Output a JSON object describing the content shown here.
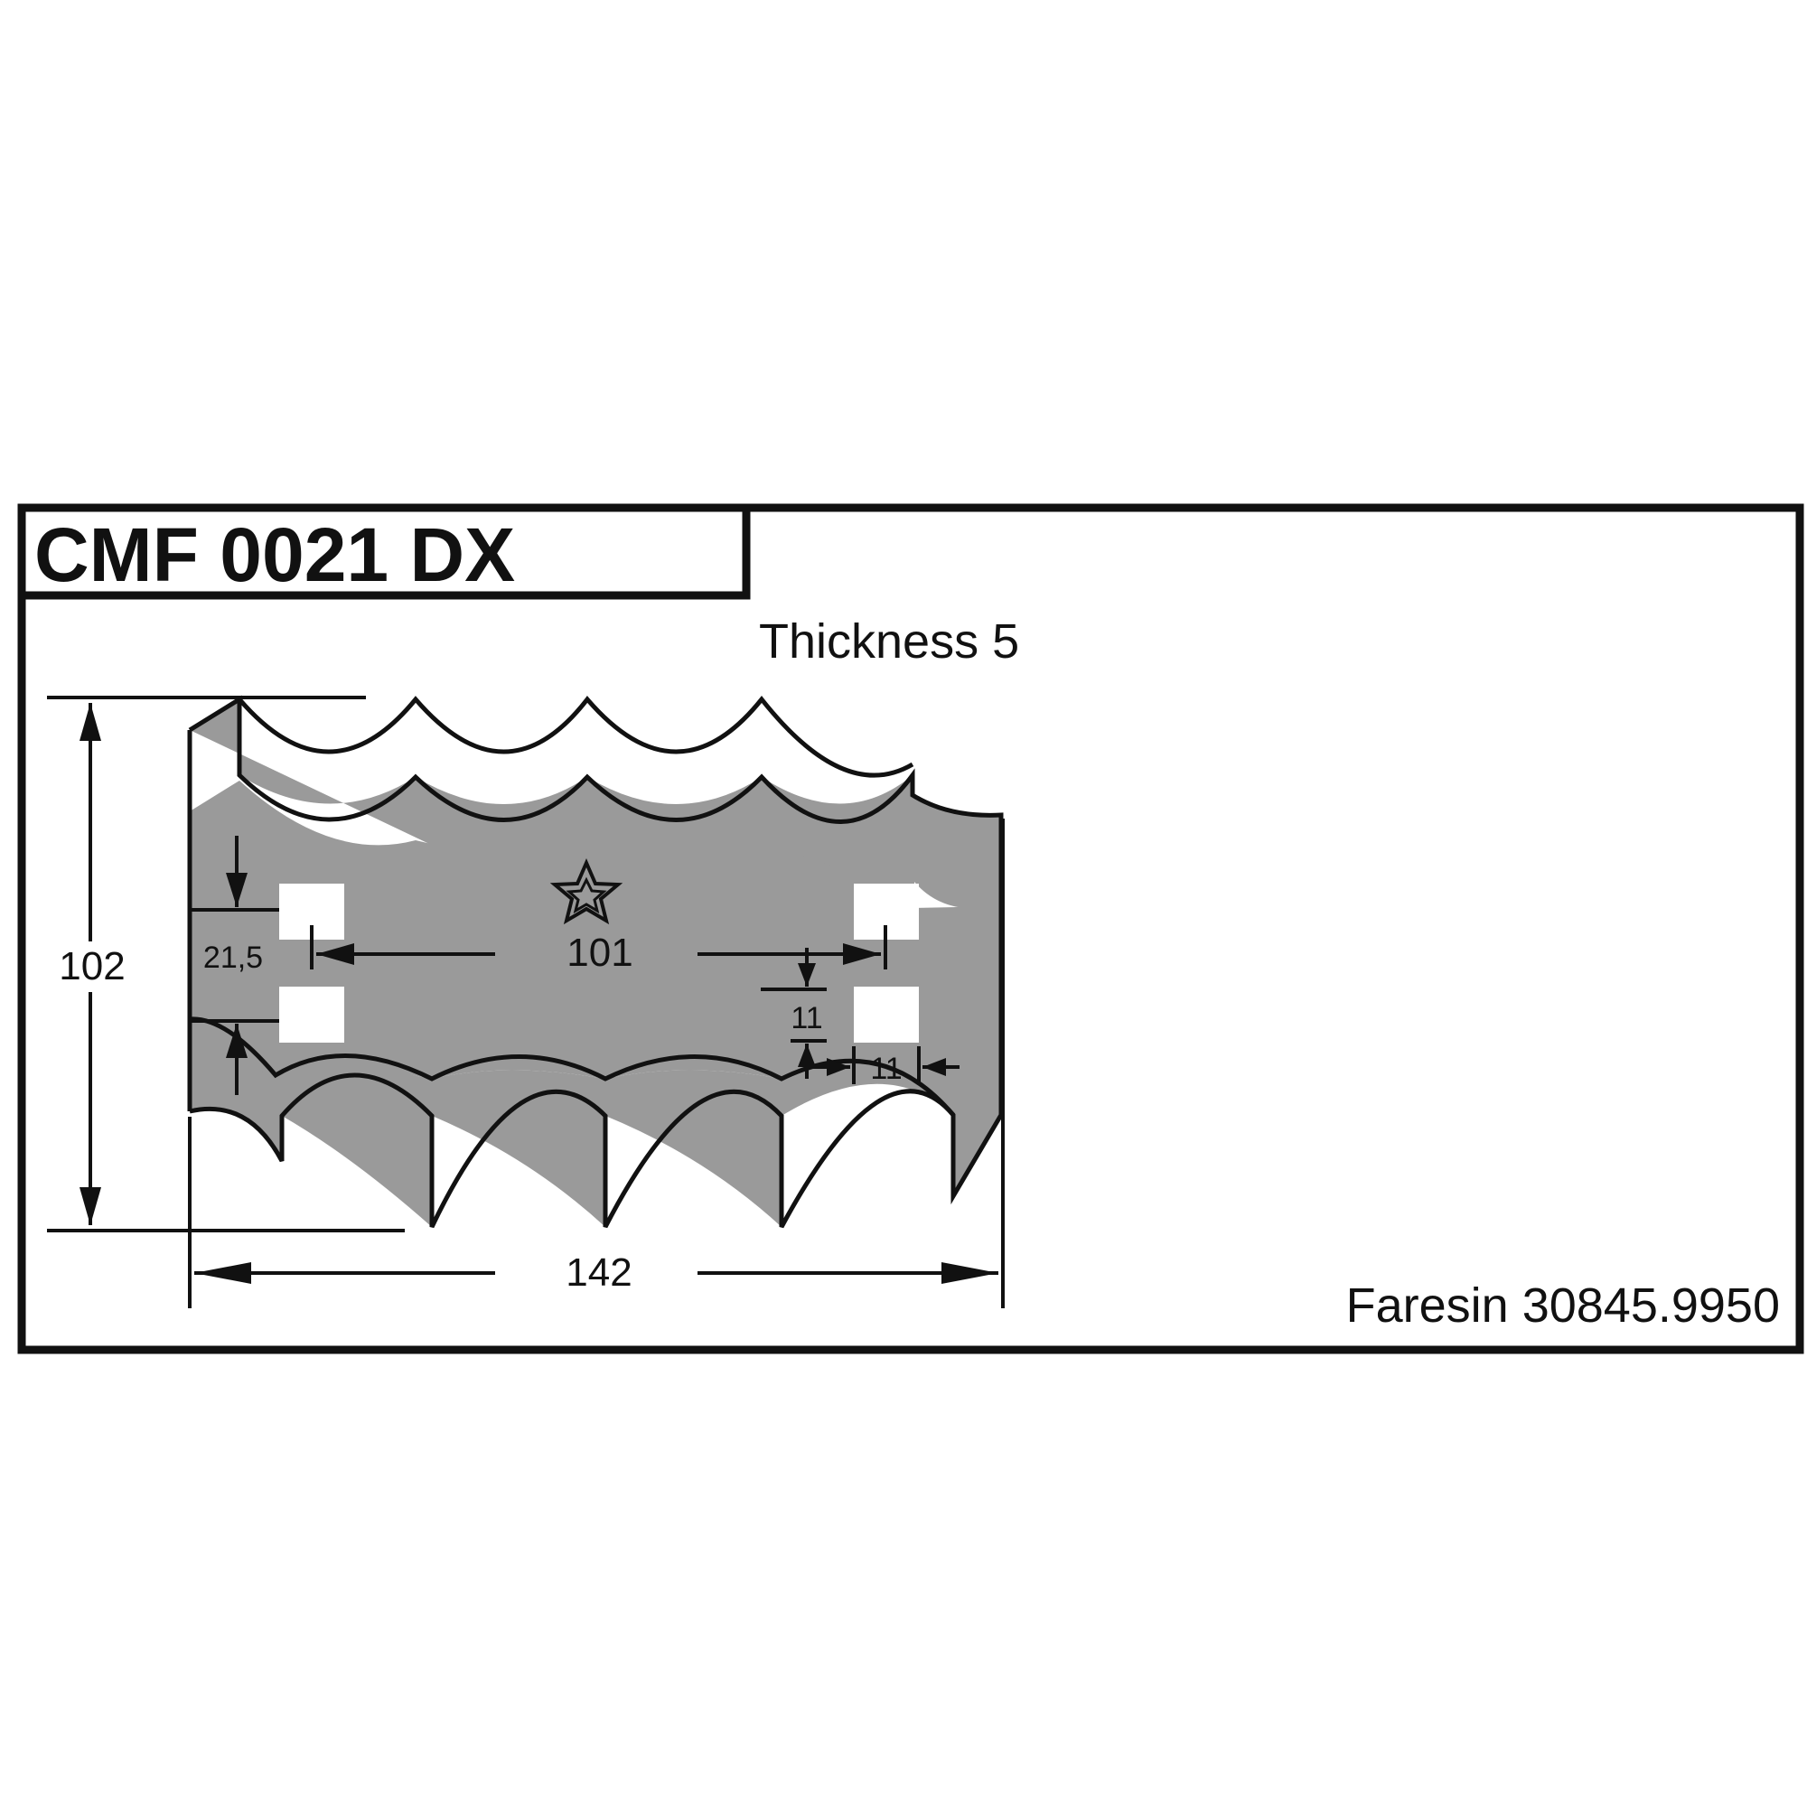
{
  "sheet": {
    "title": "CMF 0021 DX",
    "thickness_label": "Thickness 5",
    "reference_code": "Faresin 30845.9950"
  },
  "dimensions": {
    "height": "102",
    "length": "142",
    "hole_spacing_length": "101",
    "hole_offset_from_edge": "21,5",
    "hole_size_vertical": "11",
    "hole_size_horizontal": "11"
  },
  "colors": {
    "line": "#111111",
    "blade_fill": "#9a9a9a",
    "background": "#ffffff",
    "hole_fill": "#ffffff"
  },
  "icons": {
    "logo": "star-icon"
  }
}
